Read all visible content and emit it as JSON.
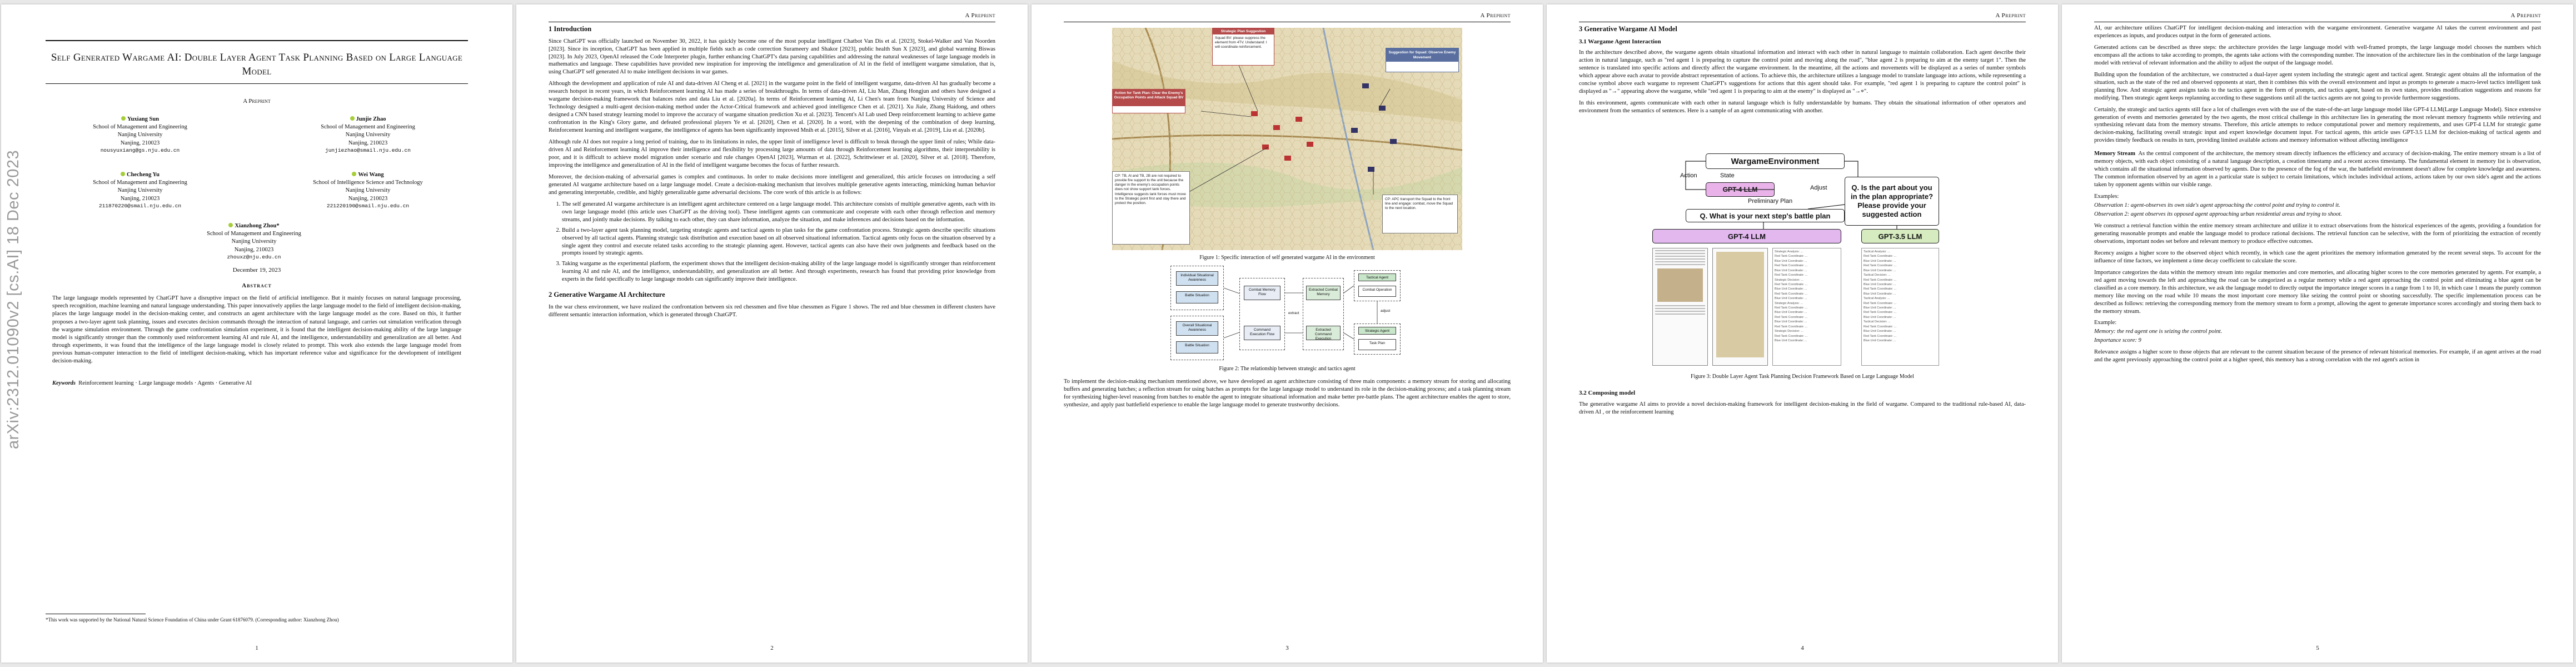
{
  "running_header": "A Preprint",
  "arxiv_stamp": "arXiv:2312.01090v2  [cs.AI]  18 Dec 2023",
  "page1": {
    "title": "Self Generated Wargame AI: Double Layer Agent Task Planning Based on Large Language Model",
    "preprint_label": "A Preprint",
    "authors": [
      {
        "name": "Yuxiang Sun",
        "affil": [
          "School of Management and Engineering",
          "Nanjing University",
          "Nanjing, 210023"
        ],
        "email": "nousyuxiang@gs.nju.edu.cn"
      },
      {
        "name": "Junjie Zhao",
        "affil": [
          "School of Management and Engineering",
          "Nanjing University",
          "Nanjing, 210023"
        ],
        "email": "junjiezhao@smail.nju.edu.cn"
      },
      {
        "name": "Checheng Yu",
        "affil": [
          "School of Management and Engineering",
          "Nanjing University",
          "Nanjing, 210023"
        ],
        "email": "211870220@smail.nju.edu.cn"
      },
      {
        "name": "Wei Wang",
        "affil": [
          "School of Intelligence Science and Technology",
          "Nanjing University",
          "Nanjing, 210023"
        ],
        "email": "221220190@smail.nju.edu.cn"
      },
      {
        "name": "Xianzhong Zhou*",
        "affil": [
          "School of Management and Engineering",
          "Nanjing University",
          "Nanjing, 210023"
        ],
        "email": "zhouxz@nju.edu.cn"
      }
    ],
    "date": "December 19, 2023",
    "abstract_heading": "Abstract",
    "abstract": "The large language models represented by ChatGPT have a disruptive impact on the field of artificial intelligence. But it mainly focuses on natural language processing, speech recognition, machine learning and natural language understanding. This paper innovatively applies the large language model to the field of intelligent decision-making, places the large language model in the decision-making center, and constructs an agent architecture with the large language model as the core. Based on this, it further proposes a two-layer agent task planning, issues and executes decision commands through the interaction of natural language, and carries out simulation verification through the wargame simulation environment. Through the game confrontation simulation experiment, it is found that the intelligent decision-making ability of the large language model is significantly stronger than the commonly used reinforcement learning AI and rule AI, and the intelligence, understandability and generalization are all better. And through experiments, it was found that the intelligence of the large language model is closely related to prompt. This work also extends the large language model from previous human-computer interaction to the field of intelligent decision-making, which has important reference value and significance for the development of intelligent decision-making.",
    "keywords_label": "Keywords",
    "keywords": "Reinforcement learning · Large language models · Agents · Generative AI",
    "footnote": "*This work was supported by the National Natural Science Foundation of China under Grant 61876079. (Corresponding author: Xianzhong Zhou)",
    "page_number": "1"
  },
  "page2": {
    "sec1_title": "1   Introduction",
    "p1": "Since ChatGPT was officially launched on November 30, 2022, it has quickly become one of the most popular intelligent Chatbot Van Dis et al. [2023], Stokel-Walker and Van Noorden [2023]. Since its inception, ChatGPT has been applied in multiple fields such as code correction Surameery and Shakor [2023], public health Sun X [2023], and global warming Biswas [2023]. In July 2023, OpenAI released the Code Interpreter plugin, further enhancing ChatGPT's data parsing capabilities and addressing the natural weaknesses of large language models in mathematics and language. These capabilities have provided new inspiration for improving the intelligence and generalization of AI in the field of intelligent wargame simulation, that is, using ChatGPT self generated AI to make intelligent decisions in war games.",
    "p2": "Although the development and application of rule AI and data-driven AI Cheng et al. [2021] in the wargame point in the field of intelligent wargame, data-driven AI has gradually become a research hotspot in recent years, in which Reinforcement learning AI has made a series of breakthroughs. In terms of data-driven AI, Liu Man, Zhang Hongjun and others have designed a wargame decision-making framework that balances rules and data Liu et al. [2020a]. In terms of Reinforcement learning AI, Li Chen's team from Nanjing University of Science and Technology designed a multi-agent decision-making method under the Actor-Critical framework and achieved good intelligence Chen et al. [2021]. Xu Jiale, Zhang Haidong, and others designed a CNN based strategy learning model to improve the accuracy of wargame situation prediction Xu et al. [2023]. Tencent's AI Lab used Deep reinforcement learning to achieve game confrontation in the King's Glory game, and defeated professional players Ye et al. [2020], Chen et al. [2020]. In a word, with the deepening of the combination of deep learning, Reinforcement learning and intelligent wargame, the intelligence of agents has been significantly improved Mnih et al. [2015], Silver et al. [2016], Vinyals et al. [2019], Liu et al. [2020b].",
    "p3": "Although rule AI does not require a long period of training, due to its limitations in rules, the upper limit of intelligence level is difficult to break through the upper limit of rules; While data-driven AI and Reinforcement learning AI improve their intelligence and flexibility by processing large amounts of data through Reinforcement learning algorithms, their interpretability is poor, and it is difficult to achieve model migration under scenario and rule changes OpenAI [2023], Wurman et al. [2022], Schrittwieser et al. [2020], Silver et al. [2018]. Therefore, improving the intelligence and generalization of AI in the field of intelligent wargame becomes the focus of further research.",
    "p4": "Moreover, the decision-making of adversarial games is complex and continuous. In order to make decisions more intelligent and generalized, this article focuses on introducing a self generated AI wargame architecture based on a large language model. Create a decision-making mechanism that involves multiple generative agents interacting, mimicking human behavior and generating interpretable, credible, and highly generalizable game adversarial decisions. The core work of this article is as follows:",
    "items": [
      "The self generated AI wargame architecture is an intelligent agent architecture centered on a large language model. This architecture consists of multiple generative agents, each with its own large language model (this article uses ChatGPT as the driving tool). These intelligent agents can communicate and cooperate with each other through reflection and memory streams, and jointly make decisions. By talking to each other, they can share information, analyze the situation, and make inferences and decisions based on the information.",
      "Build a two-layer agent task planning model, targeting strategic agents and tactical agents to plan tasks for the game confrontation process. Strategic agents describe specific situations observed by all tactical agents. Planning strategic task distribution and execution based on all observed situational information. Tactical agents only focus on the situation observed by a single agent they control and execute related tasks according to the strategic planning agent. However, tactical agents can also have their own judgments and feedback based on the prompts issued by strategic agents.",
      "Taking wargame as the experimental platform, the experiment shows that the intelligent decision-making ability of the large language model is significantly stronger than reinforcement learning AI and rule AI, and the intelligence, understandability, and generalization are all better. And through experiments, research has found that providing prior knowledge from experts in the field specifically to large language models can significantly improve their intelligence."
    ],
    "sec2_title": "2   Generative Wargame AI Architecture",
    "p5": "In the war chess environment, we have realized the confrontation between six red chessmen and five blue chessmen as Figure 1 shows. The red and blue chessmen in different clusters have different semantic interaction information, which is generated through ChatGPT.",
    "page_number": "2"
  },
  "page3": {
    "fig1_callouts": {
      "top_title": "Strategic Plan Suggestion",
      "top_text": "Squad BV: please suppress the element from 4TV. Understand: I will coordinate reinforcement.",
      "left_title": "Action for Tank Plan: Clear the Enemy's Occupation Points and Attack Squad BV",
      "bottom_left": "CP: TB, Al and TB, 2B are not required to provide fire support to the unit because the danger in the enemy's occupation points does not show support tank forces. Intelligence suggests tank forces must move to the Strategic point first and stay there and protect the position.",
      "right_title": "Suggestion for Squad: Observe Enemy Movement",
      "bottom_right": "CP: APC transport the Squad to the front line and engage: combat, move the Squad to the next location."
    },
    "fig1_caption": "Figure 1: Specific interaction of self generated wargame AI in the environment",
    "fig2": {
      "left_top_group": [
        "Individual Situational Awareness",
        "Battle Situation"
      ],
      "left_bottom_group": [
        "Overall Situational Awareness",
        "Battle Situation"
      ],
      "combat_memory": "Combat Memory Flow",
      "command_flow": "Command Execution Flow",
      "extract_label": "extract",
      "extracted_memory": "Extracted Combat Memory",
      "extracted_command": "Extracted Command Execution",
      "tactical_agent": "Tactical Agent",
      "combat_operation": "Combat Operation",
      "strategic_agent": "Strategic Agent",
      "task_plan": "Task Plan",
      "adjust_label": "adjust"
    },
    "fig2_caption": "Figure 2: The relationship between strategic and tactics agent",
    "p1": "To implement the decision-making mechanism mentioned above, we have developed an agent architecture consisting of three main components: a memory stream for storing and allocating buffers and generating batches; a reflection stream for using batches as prompts for the large language model to understand its role in the decision-making process; and a task planning stream for synthesizing higher-level reasoning from batches to enable the agent to integrate situational information and make better pre-battle plans. The agent architecture enables the agent to store, synthesize, and apply past battlefield experience to enable the large language model to generate trustworthy decisions.",
    "page_number": "3"
  },
  "page4": {
    "sec3_title": "3   Generative Wargame AI Model",
    "sub31": "3.1   Wargame Agent Interaction",
    "p1": "In the architecture described above, the wargame agents obtain situational information and interact with each other in natural language to maintain collaboration. Each agent describe their action in natural language, such as \"red agent 1 is preparing to capture the control point and moving along the road\", \"blue agent 2 is preparing to aim at the enemy target 1\". Then the sentence is translated into specific actions and directly affect the wargame environment. In the meantime, all the actions and movements will be displayed as a series of number symbols which appear above each avatar to provide abstract representation of actions. To achieve this, the architecture utilizes a language model to translate language into actions, while representing a concise symbol above each wargame to represent ChatGPT's suggestions for actions that this agent should take. For example, \"red agent 1 is preparing to capture the control point\" is displayed as \"→\" appearing above the wargame, while \"red agent 1 is preparing to aim at the enemy\" is displayed as \"→⌖\".",
    "p2": "In this environment, agents communicate with each other in natural language which is fully understandable by humans. They obtain the situational information of other operators and environment from the semantics of sentences. Here is a sample of an agent communicating with another.",
    "fig3": {
      "env": "WargameEnvironment",
      "action": "Action",
      "state": "State",
      "adjust": "Adjust",
      "preliminary": "Preliminary Plan",
      "gpt4_small": "GPT-4 LLM",
      "question_right": "Q. Is the part about you in the plan appropriate? Please provide your suggested action",
      "question_center": "Q. What is your next step's battle plan",
      "gpt4_big": "GPT-4 LLM",
      "gpt35": "GPT-3.5 LLM"
    },
    "fig3_caption": "Figure 3: Double Layer Agent Task Planning Decision Framework Based on Large Language Model",
    "sub32": "3.2   Composing model",
    "p3": "The generative wargame AI aims to provide a novel decision-making framework for intelligent decision-making in the field of wargame. Compared to the traditional rule-based AI, data-driven AI , or the reinforcement learning",
    "page_number": "4"
  },
  "page5": {
    "p1": "AI, our architecture utilizes ChatGPT for intelligent decision-making and interaction with the wargame environment. Generative wargame AI takes the current environment and past experiences as inputs, and produces output in the form of generated actions.",
    "p2": "Generated actions can be described as three steps: the architecture provides the large language model with well-framed prompts, the large language model chooses the numbers which encompass all the actions to take according to prompts, the agents take actions with the corresponding number. The innovation of the architecture lies in the combination of the large language model with retrieval of relevant information and the ability to adjust the output of the language model.",
    "p3": "Building upon the foundation of the architecture, we constructed a dual-layer agent system including the strategic agent and tactical agent. Strategic agent obtains all the information of the situation, such as the state of the red and observed opponents at start, then it combines this with the overall environment and input as prompts to generate a macro-level tactics intelligent task planning flow. And strategic agent assigns tasks to the tactics agent in the form of prompts, and tactics agent, based on its own states, provides modification suggestions and reasons for modifying. Then strategic agent keeps replanning according to these suggestions until all the tactics agents are not going to provide furthermore suggestions.",
    "p4": "Certainly, the strategic and tactics agents still face a lot of challenges even with the use of the state-of-the-art large language model like GPT-4 LLM(Large Language Model). Since extensive generation of events and memories generated by the two agents, the most critical challenge in this architecture lies in generating the most relevant memory fragments while retrieving and synthesizing relevant data from the memory streams. Therefore, this article attempts to reduce computational power and memory requirements, and uses GPT-4 LLM for strategic game decision-making, facilitating overall strategic input and expert knowledge document input. For tactical agents, this article uses GPT-3.5 LLM for decision-making of tactical agents and provides timely feedback on results in turn, providing limited available actions and memory information without affecting intelligence",
    "memory_title": "Memory Stream",
    "p5": "As the central component of the architecture, the memory stream directly influences the efficiency and accuracy of decision-making. The entire memory stream is a list of memory objects, with each object consisting of a natural language description, a creation timestamp and a recent access timestamp. The fundamental element in memory list is observation, which contains all the situational information observed by agents. Due to the presence of the fog of the war, the battlefield environment doesn't allow for complete knowledge and awareness. The common information observed by an agent in a particular state is subject to certain limitations, which includes individual actions, actions taken by our own side's agent and the actions taken by opponent agents within our visible range.",
    "examples_label": "Examples:",
    "obs1": "Observation 1: agent-observes its own side's agent approaching the control point and trying to control it.",
    "obs2": "Observation 2: agent observes its opposed agent approaching urban residential areas and trying to shoot.",
    "p6": "We construct a retrieval function within the entire memory stream architecture and utilize it to extract observations from the historical experiences of the agents, providing a foundation for generating reasonable prompts and enable the language model to produce rational decisions. The retrieval function can be selective, with the form of prioritizing the extraction of recently observations, important nodes set before and relevant memory to produce effective outcomes.",
    "p7": "Recency assigns a higher score to the observed object which recently, in which case the agent prioritizes the memory information generated by the recent several steps. To account for the influence of time factors, we implement a time decay coefficient to calculate the score.",
    "p8": "Importance categorizes the data within the memory stream into regular memories and core memories, and allocating higher scores to the core memories generated by agents. For example, a red agent moving towards the left and approaching the road can be categorized as a regular memory while a red agent approaching the control point and eliminating a blue agent can be classified as a core memory. In this architecture, we ask the language model to directly output the importance integer scores in a range from 1 to 10, in which case 1 means the purely common memory like moving on the road while 10 means the most important core memory like seizing the control point or shooting successfully. The specific implementation process can be described as follows: retrieving the corresponding memory from the memory stream to form a prompt, allowing the agent to generate importance scores accordingly and storing them back to the memory stream.",
    "example2_label": "Example:",
    "memory_line": "Memory: the red agent one is seizing the control point.",
    "importance_line": "Importance score: 9",
    "p9": "Relevance assigns a higher score to those objects that are relevant to the current situation because of the presence of relevant historical memories. For example, if an agent arrives at the road and the agent previously approaching the control point at a higher speed, this memory has a strong correlation with the red agent's action in",
    "page_number": "5"
  }
}
